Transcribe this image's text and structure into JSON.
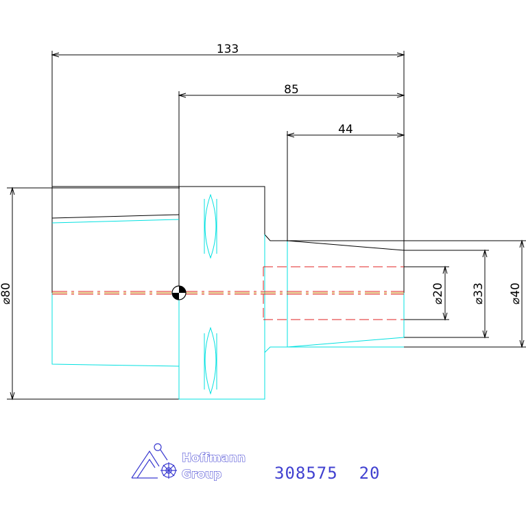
{
  "dimensions": {
    "overall_length": "133",
    "length_85": "85",
    "length_44": "44",
    "dia_80": "⌀80",
    "dia_20": "⌀20",
    "dia_33": "⌀33",
    "dia_40": "⌀40"
  },
  "logo": {
    "line1": "Hoffmann",
    "line2": "Group"
  },
  "part_number": "308575  20",
  "colors": {
    "dim": "#000000",
    "outline_dark": "#000000",
    "outline_cyan": "#00e0e0",
    "hidden_red": "#e02020",
    "logo": "#3a3ad0"
  }
}
